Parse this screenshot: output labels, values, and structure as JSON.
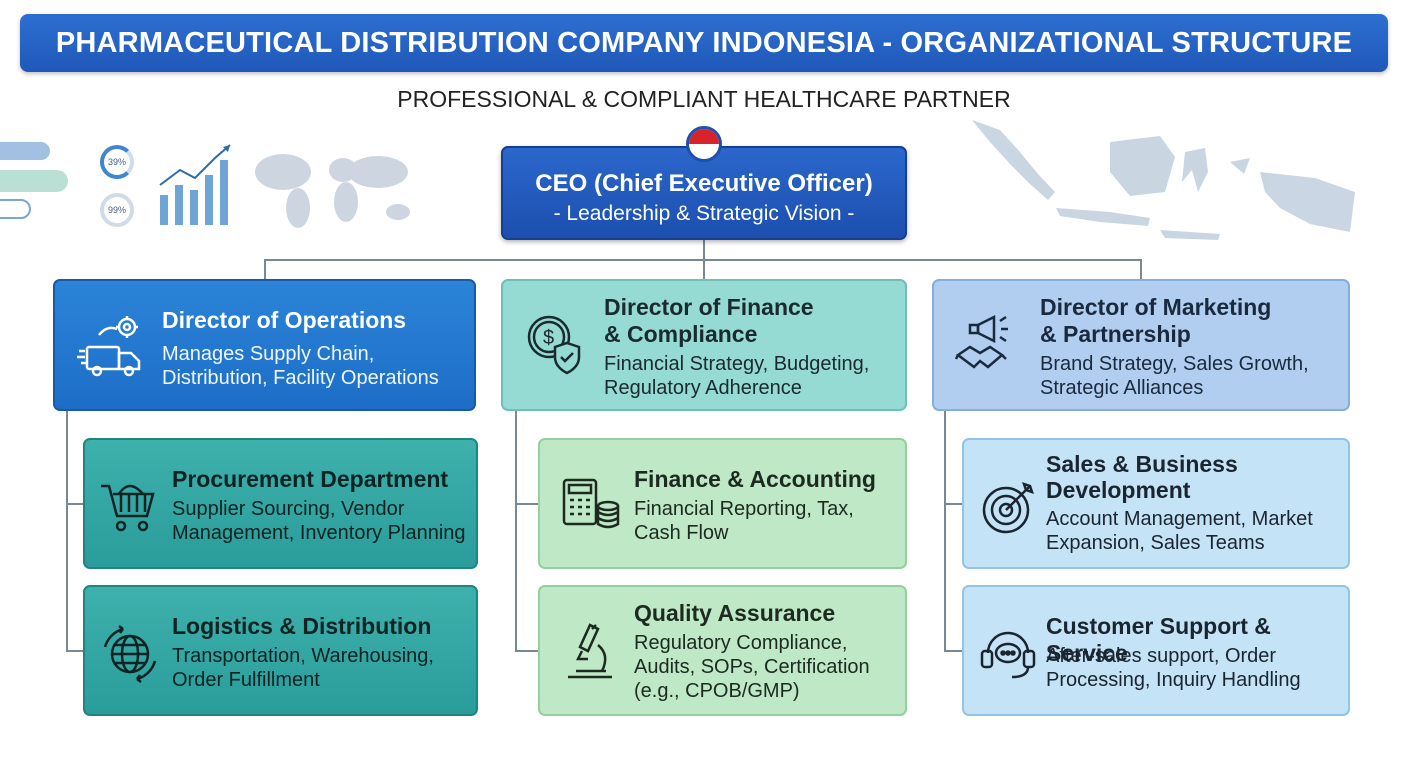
{
  "title": "PHARMACEUTICAL DISTRIBUTION COMPANY INDONESIA - ORGANIZATIONAL STRUCTURE",
  "subtitle": "PROFESSIONAL & COMPLIANT HEALTHCARE PARTNER",
  "decor": {
    "pct1": "39%",
    "pct2": "99%"
  },
  "ceo": {
    "title": "CEO (Chief Executive Officer)",
    "desc": "- Leadership & Strategic Vision -"
  },
  "directors": [
    {
      "title": "Director of Operations",
      "desc1": "Manages Supply Chain,",
      "desc2": "Distribution, Facility Operations",
      "icon": "truck-gear-icon"
    },
    {
      "title1": "Director of Finance",
      "title2": "& Compliance",
      "desc1": "Financial Strategy, Budgeting,",
      "desc2": "Regulatory Adherence",
      "icon": "dollar-shield-icon"
    },
    {
      "title1": "Director of Marketing",
      "title2": "& Partnership",
      "desc1": "Brand Strategy, Sales Growth,",
      "desc2": "Strategic Alliances",
      "icon": "megaphone-handshake-icon"
    }
  ],
  "departments": {
    "operations": [
      {
        "title": "Procurement Department",
        "desc1": "Supplier Sourcing, Vendor",
        "desc2": "Management, Inventory Planning",
        "icon": "shopping-cart-icon"
      },
      {
        "title": "Logistics & Distribution",
        "desc1": "Transportation, Warehousing,",
        "desc2": "Order Fulfillment",
        "icon": "globe-arrows-icon"
      }
    ],
    "finance": [
      {
        "title": "Finance & Accounting",
        "desc1": "Financial Reporting, Tax,",
        "desc2": "Cash Flow",
        "icon": "calculator-coins-icon"
      },
      {
        "title": "Quality Assurance",
        "desc1": "Regulatory Compliance,",
        "desc2": "Audits, SOPs, Certification",
        "desc3": "(e.g., CPOB/GMP)",
        "icon": "microscope-icon"
      }
    ],
    "marketing": [
      {
        "title1": "Sales & Business",
        "title2": "Development",
        "desc1": "Account Management, Market",
        "desc2": "Expansion, Sales Teams",
        "icon": "target-icon"
      },
      {
        "title": "Customer Support & Service",
        "desc1": "After-sales support, Order",
        "desc2": "Processing, Inquiry Handling",
        "icon": "headset-icon"
      }
    ]
  },
  "colors": {
    "primary": "#1f58b8",
    "ops": "#1d6dc6",
    "finance": "#95dbd3",
    "marketing": "#b1cdef"
  }
}
